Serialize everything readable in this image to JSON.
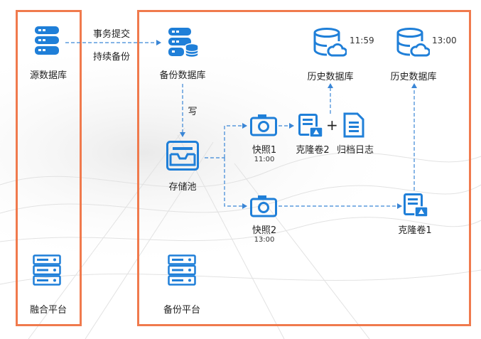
{
  "colors": {
    "accent": "#1f7fd8",
    "panel_border": "#f07a4d",
    "connector": "#3a86d6"
  },
  "left_panel": {
    "source_db": {
      "icon": "database-icon",
      "label": "源数据库"
    },
    "platform": {
      "icon": "server-rack-icon",
      "label": "融合平台"
    }
  },
  "link": {
    "top_label": "事务提交",
    "bottom_label": "持续备份"
  },
  "right_panel": {
    "backup_db": {
      "icon": "database-icon",
      "label": "备份数据库"
    },
    "write_label": "写",
    "storage_pool": {
      "icon": "storage-pool-icon",
      "label": "存储池"
    },
    "snapshot1": {
      "icon": "camera-icon",
      "label": "快照1",
      "time": "11:00"
    },
    "snapshot2": {
      "icon": "camera-icon",
      "label": "快照2",
      "time": "13:00"
    },
    "clone2": {
      "icon": "clone-volume-icon",
      "label": "克隆卷2"
    },
    "plus": "+",
    "archive_log": {
      "icon": "document-icon",
      "label": "归档日志"
    },
    "clone1": {
      "icon": "clone-volume-icon",
      "label": "克隆卷1"
    },
    "history_db1": {
      "icon": "cloud-database-icon",
      "label": "历史数据库",
      "time": "11:59"
    },
    "history_db2": {
      "icon": "cloud-database-icon",
      "label": "历史数据库",
      "time": "13:00"
    },
    "platform": {
      "icon": "server-rack-icon",
      "label": "备份平台"
    }
  }
}
